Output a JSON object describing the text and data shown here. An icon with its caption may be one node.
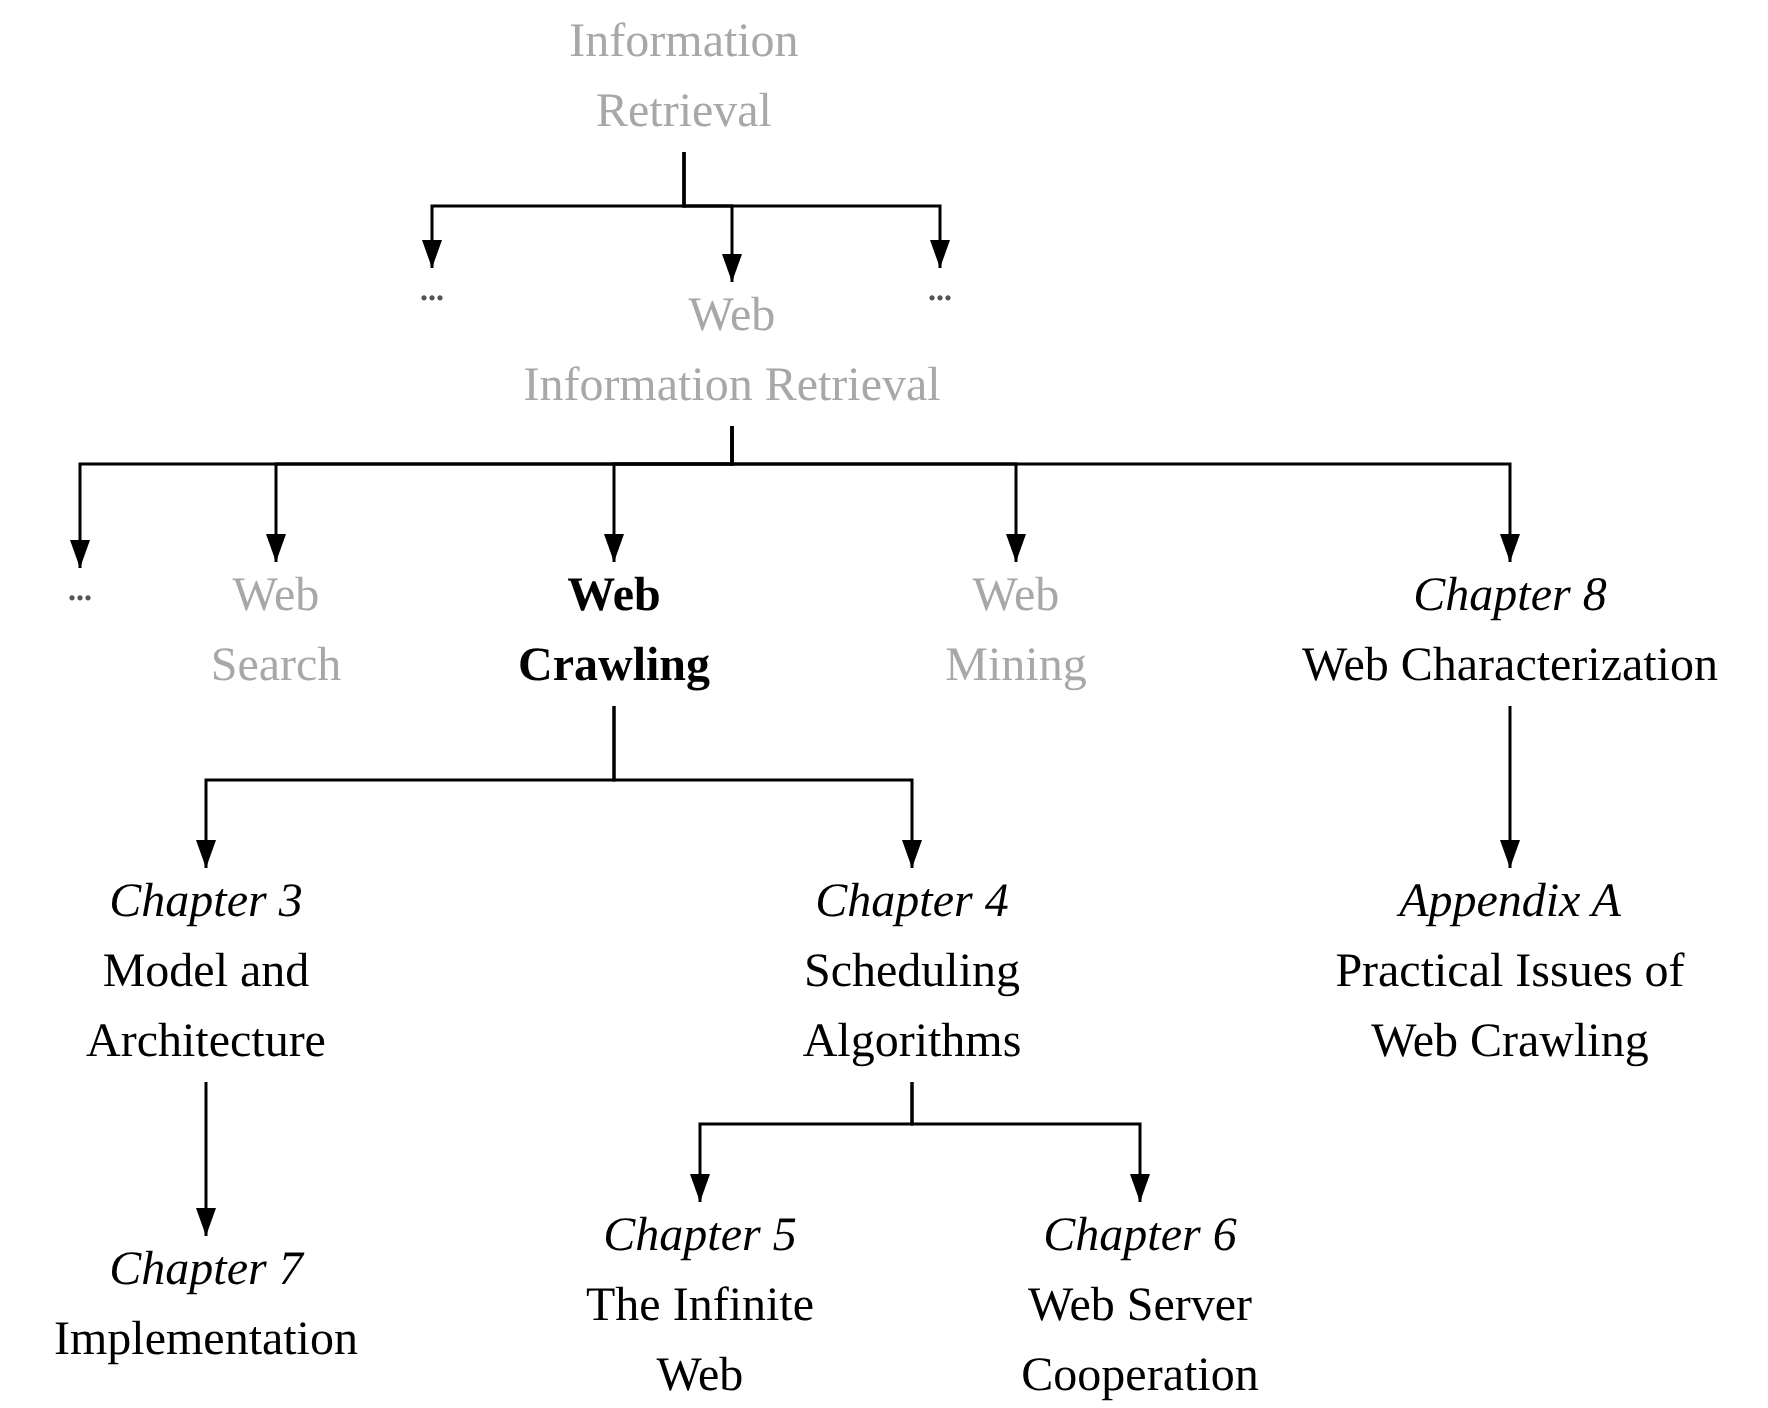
{
  "diagram": {
    "nodes": [
      {
        "text": [
          "Information Retrieval"
        ]
      },
      {
        "text": [
          "..."
        ]
      },
      {
        "text": [
          "Web Information Retrieval"
        ]
      },
      {
        "text": [
          "..."
        ]
      },
      {
        "text": [
          "..."
        ]
      },
      {
        "text": [
          "Web Search"
        ]
      },
      {
        "text": [
          "Web Crawling"
        ]
      },
      {
        "text": [
          "Web Mining"
        ]
      },
      {
        "text": [
          "Chapter 8",
          "Web Characterization"
        ]
      },
      {
        "text": [
          "Chapter 3",
          "Model and Architecture"
        ]
      },
      {
        "text": [
          "Chapter 4",
          "Scheduling Algorithms"
        ]
      },
      {
        "text": [
          "Appendix A",
          "Practical Issues of Web Crawling"
        ]
      },
      {
        "text": [
          "Chapter 7",
          "Implementation"
        ]
      },
      {
        "text": [
          "Chapter 5",
          "The Infinite Web"
        ]
      },
      {
        "text": [
          "Chapter 6",
          "Web Server Cooperation"
        ]
      }
    ],
    "edges": [
      {
        "from": 0,
        "to": 1,
        "arrow": "to"
      },
      {
        "from": 0,
        "to": 2,
        "arrow": "to"
      },
      {
        "from": 0,
        "to": 3,
        "arrow": "to"
      },
      {
        "from": 2,
        "to": 4,
        "arrow": "to"
      },
      {
        "from": 2,
        "to": 5,
        "arrow": "to"
      },
      {
        "from": 2,
        "to": 6,
        "arrow": "to"
      },
      {
        "from": 2,
        "to": 7,
        "arrow": "to"
      },
      {
        "from": 2,
        "to": 8,
        "arrow": "to"
      },
      {
        "from": 6,
        "to": 9,
        "arrow": "to"
      },
      {
        "from": 6,
        "to": 10,
        "arrow": "to"
      },
      {
        "from": 8,
        "to": 11,
        "arrow": "to"
      },
      {
        "from": 9,
        "to": 12,
        "arrow": "to"
      },
      {
        "from": 10,
        "to": 13,
        "arrow": "to"
      },
      {
        "from": 10,
        "to": 14,
        "arrow": "to"
      }
    ]
  }
}
